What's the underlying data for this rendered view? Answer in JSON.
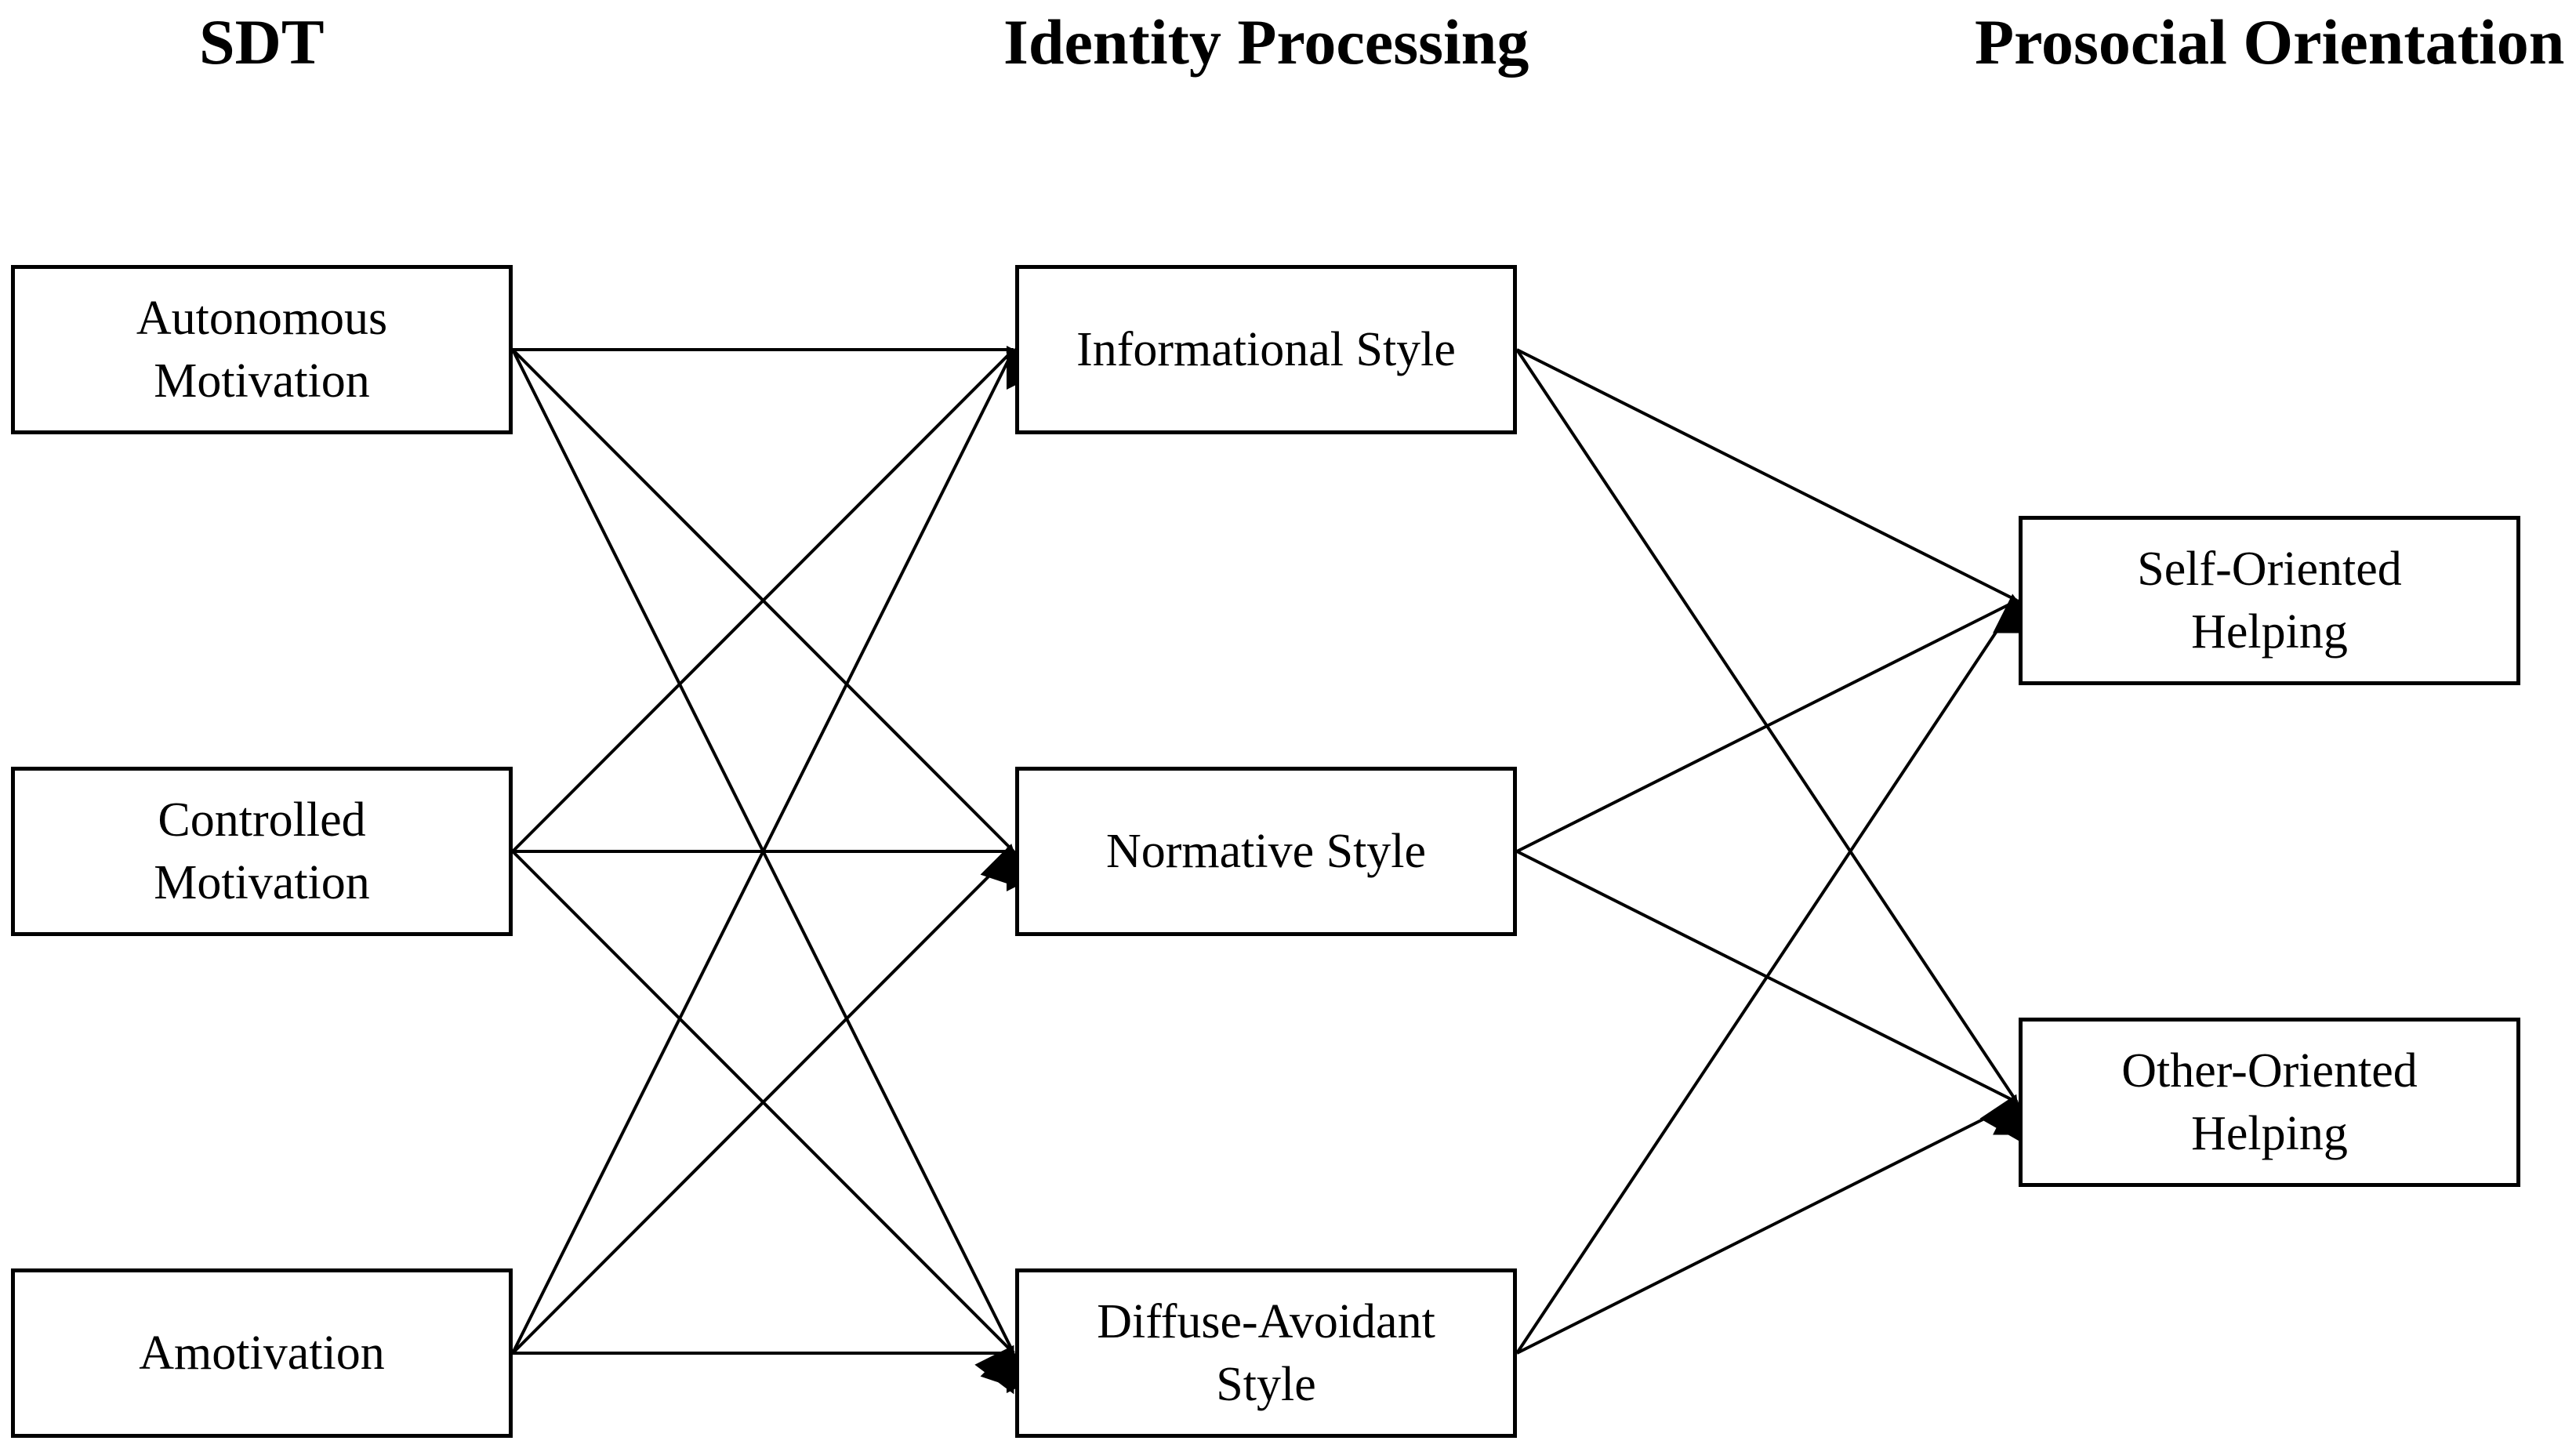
{
  "columns": {
    "sdt": "SDT",
    "identity": "Identity Processing",
    "prosocial": "Prosocial Orientation"
  },
  "nodes": {
    "autonomous": {
      "line1": "Autonomous",
      "line2": "Motivation"
    },
    "controlled": {
      "line1": "Controlled",
      "line2": "Motivation"
    },
    "amotivation": {
      "line1": "Amotivation"
    },
    "informational": {
      "line1": "Informational Style"
    },
    "normative": {
      "line1": "Normative Style"
    },
    "diffuse": {
      "line1": "Diffuse-Avoidant",
      "line2": "Style"
    },
    "self_oriented": {
      "line1": "Self-Oriented",
      "line2": "Helping"
    },
    "other_oriented": {
      "line1": "Other-Oriented",
      "line2": "Helping"
    }
  },
  "edges": [
    [
      "autonomous",
      "informational"
    ],
    [
      "autonomous",
      "normative"
    ],
    [
      "autonomous",
      "diffuse"
    ],
    [
      "controlled",
      "informational"
    ],
    [
      "controlled",
      "normative"
    ],
    [
      "controlled",
      "diffuse"
    ],
    [
      "amotivation",
      "informational"
    ],
    [
      "amotivation",
      "normative"
    ],
    [
      "amotivation",
      "diffuse"
    ],
    [
      "informational",
      "self_oriented"
    ],
    [
      "informational",
      "other_oriented"
    ],
    [
      "normative",
      "self_oriented"
    ],
    [
      "normative",
      "other_oriented"
    ],
    [
      "diffuse",
      "self_oriented"
    ],
    [
      "diffuse",
      "other_oriented"
    ]
  ]
}
